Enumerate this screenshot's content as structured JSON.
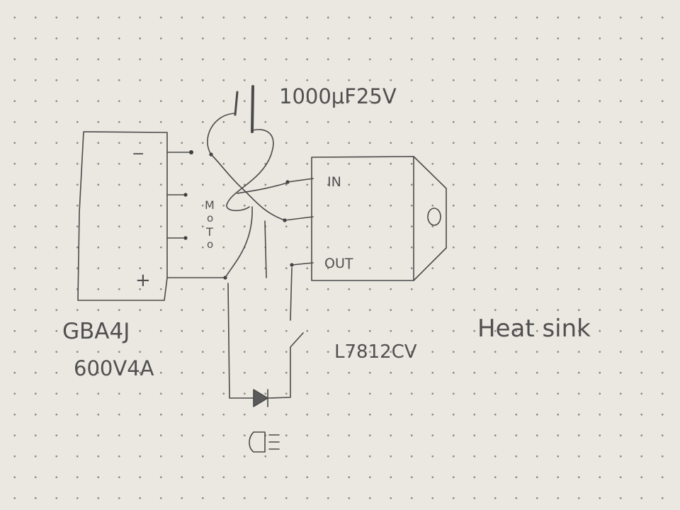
{
  "capacitor": {
    "label": "1000μF25V"
  },
  "bridge": {
    "minus": "−",
    "plus": "+",
    "motor_chars": [
      "M",
      "o",
      "T",
      "o"
    ],
    "part": "GBA4J",
    "rating": "600V4A"
  },
  "regulator": {
    "in": "IN",
    "out": "OUT",
    "part": "L7812CV"
  },
  "heatsink": {
    "label": "Heat sink"
  },
  "colors": {
    "paper": "#ebe8e1",
    "pencil": "#4a4a4a",
    "grid_dot": "#8b8884"
  },
  "icons": {
    "diode": "diode-symbol",
    "headlight": "headlight-symbol"
  }
}
